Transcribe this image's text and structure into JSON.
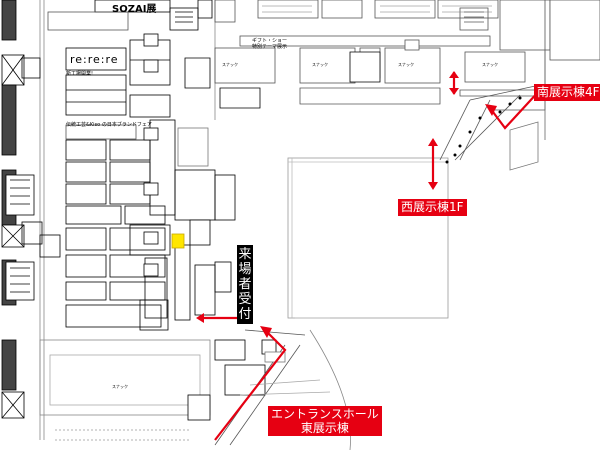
{
  "map": {
    "booth_titles": {
      "sozai": "SOZAI展",
      "rerere": "re:re:re",
      "jubilee": "新工場開業!"
    },
    "zone_labels": {
      "gift_show_special": "ギフト・ショー\n特別テーマ展示",
      "brand_fair": "伝統工芸&Kiso の日本ブランドフェア",
      "snack_1": "スナック",
      "snack_2": "スナック",
      "snack_3": "スナック",
      "snack_4": "スナック",
      "snack_5": "スナック"
    },
    "callouts": {
      "south_hall_4f": "南展示棟4F",
      "west_hall_1f": "西展示棟1F",
      "reception": "来場者受付",
      "entrance_hall_line1": "エントランスホール",
      "entrance_hall_line2": "東展示棟"
    },
    "colors": {
      "callout_bg": "#e60012",
      "callout_text": "#ffffff",
      "reception_bg": "#000000",
      "arrow": "#e60012",
      "highlight": "#ffe600"
    }
  }
}
